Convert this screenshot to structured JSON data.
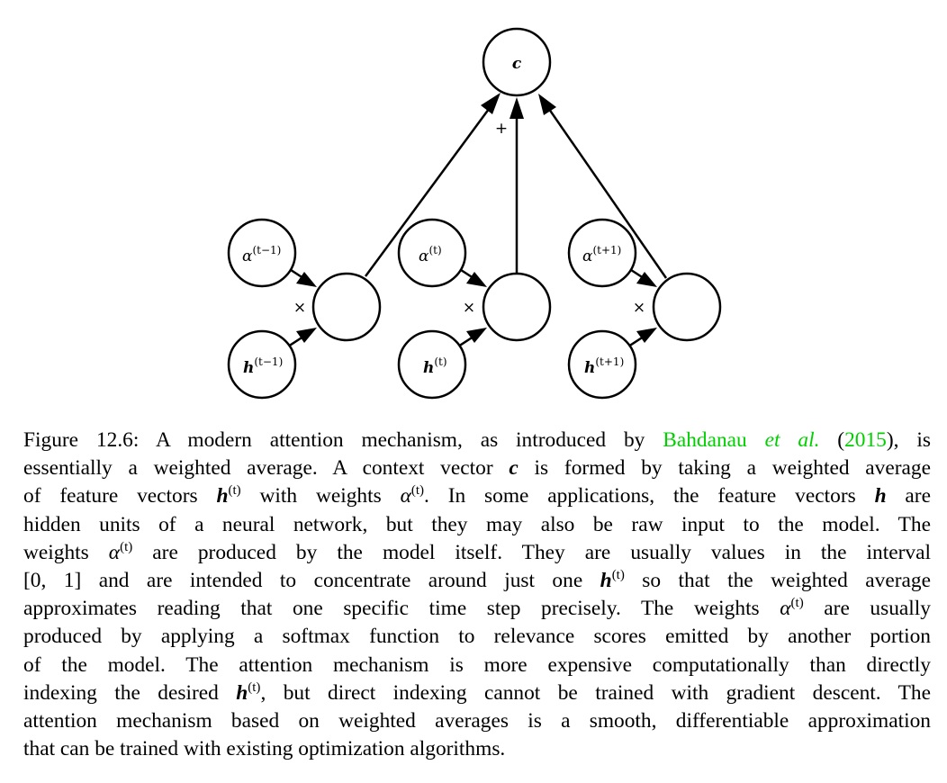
{
  "diagram": {
    "output_node": {
      "symbol": "c"
    },
    "sum_label": "+",
    "mult_label": "×",
    "columns": [
      {
        "alpha": "α",
        "alpha_sup": "(t−1)",
        "h": "h",
        "h_sup": "(t−1)"
      },
      {
        "alpha": "α",
        "alpha_sup": "(t)",
        "h": "h",
        "h_sup": "(t)"
      },
      {
        "alpha": "α",
        "alpha_sup": "(t+1)",
        "h": "h",
        "h_sup": "(t+1)"
      }
    ]
  },
  "caption": {
    "lines": [
      [
        "Figure 12.6: A modern attention mechanism, as introduced by ",
        {
          "ref": "Bahdanau "
        },
        {
          "ref_i": "et al."
        },
        " (",
        {
          "ref": "2015"
        },
        "), is"
      ],
      [
        "essentially a weighted average. A context vector ",
        {
          "vec": "c"
        },
        " is formed by taking a weighted average"
      ],
      [
        "of feature vectors ",
        {
          "vec": "h"
        },
        {
          "sup": "(t)"
        },
        " with weights ",
        {
          "mi": "α"
        },
        {
          "sup": "(t)"
        },
        ". In some applications, the feature vectors ",
        {
          "vec": "h"
        },
        " are"
      ],
      [
        "hidden units of a neural network, but they may also be raw input to the model. The"
      ],
      [
        "weights ",
        {
          "mi": "α"
        },
        {
          "sup": "(t)"
        },
        " are produced by the model itself. They are usually values in the interval"
      ],
      [
        "[0, 1] and are intended to concentrate around just one ",
        {
          "vec": "h"
        },
        {
          "sup": "(t)"
        },
        " so that the weighted average"
      ],
      [
        "approximates reading that one specific time step precisely. The weights ",
        {
          "mi": "α"
        },
        {
          "sup": "(t)"
        },
        " are usually"
      ],
      [
        "produced by applying a softmax function to relevance scores emitted by another portion"
      ],
      [
        "of the model. The attention mechanism is more expensive computationally than directly"
      ],
      [
        "indexing the desired ",
        {
          "vec": "h"
        },
        {
          "sup": "(t)"
        },
        ", but direct indexing cannot be trained with gradient descent. The"
      ],
      [
        "attention mechanism based on weighted averages is a smooth, differentiable approximation"
      ],
      [
        "that can be trained with existing optimization algorithms."
      ]
    ]
  }
}
